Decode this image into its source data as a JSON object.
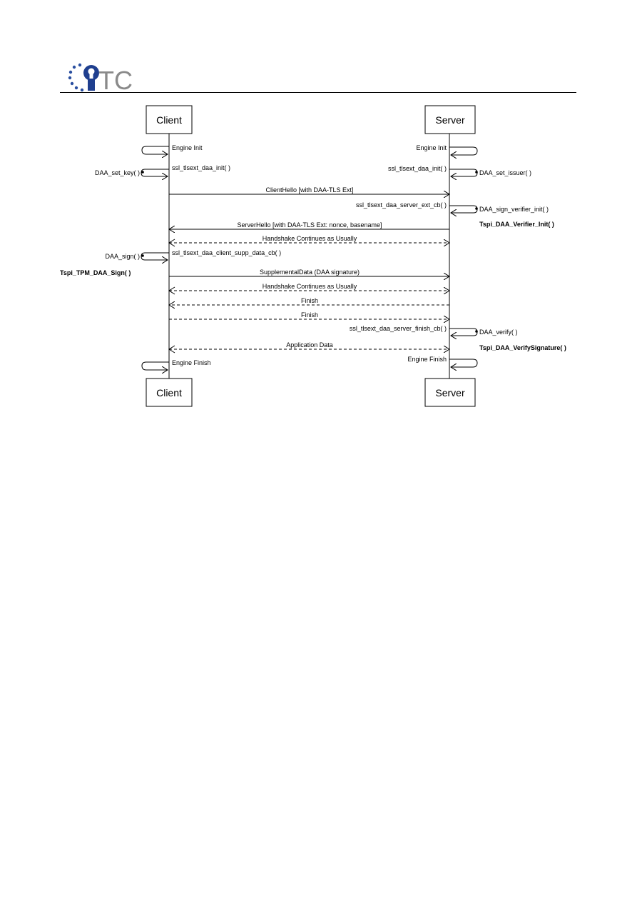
{
  "header": {
    "logo_text": "TC"
  },
  "participants": {
    "client": "Client",
    "server": "Server"
  },
  "self_calls": {
    "client_engine_init": "Engine Init",
    "server_engine_init": "Engine Init",
    "client_init": "ssl_tlsext_daa_init( )",
    "server_init": "ssl_tlsext_daa_init( )",
    "client_set_key": "DAA_set_key( )",
    "server_set_issuer": "DAA_set_issuer( )",
    "server_ext_cb": "ssl_tlsext_daa_server_ext_cb( )",
    "server_sign_verifier_init": "DAA_sign_verifier_init( )",
    "server_tspi_verifier_init": "Tspi_DAA_Verifier_Init( )",
    "client_sign": "DAA_sign( )",
    "client_supp_data_cb": "ssl_tlsext_daa_client_supp_data_cb( )",
    "client_tspi_sign": "Tspi_TPM_DAA_Sign( )",
    "server_finish_cb": "ssl_tlsext_daa_server_finish_cb( )",
    "server_verify": "DAA_verify( )",
    "server_tspi_verify": "Tspi_DAA_VerifySignature( )",
    "client_engine_finish": "Engine Finish",
    "server_engine_finish": "Engine Finish"
  },
  "messages": {
    "client_hello": "ClientHello [with DAA-TLS Ext]",
    "server_hello": "ServerHello [with DAA-TLS Ext: nonce, basename]",
    "handshake_continues_1": "Handshake Continues as Usually",
    "supplemental_data": "SupplementalData (DAA signature)",
    "handshake_continues_2": "Handshake Continues as Usually",
    "finish_server": "Finish",
    "finish_client": "Finish",
    "application_data": "Application Data"
  }
}
